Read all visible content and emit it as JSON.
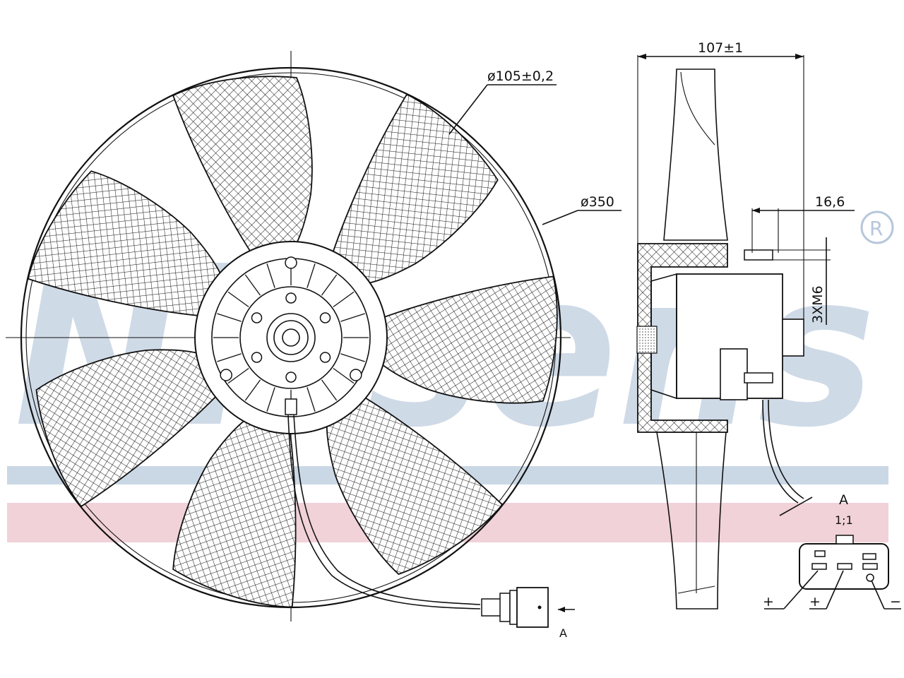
{
  "watermark": {
    "brand": "Nissens",
    "registered_mark": "®",
    "colors": {
      "blue": "#9fb6d0",
      "red": "#e8b4be"
    }
  },
  "front_view": {
    "dimensions": {
      "hub_diameter": "ø105±0,2",
      "fan_diameter": "ø350"
    },
    "connector_view_marker": "A",
    "blade_count": 7
  },
  "side_view": {
    "dimensions": {
      "depth": "107±1",
      "bolt_offset": "16,6",
      "bolts": "3XM6"
    }
  },
  "detail_a": {
    "title": "A",
    "scale": "1;1",
    "pin_labels": [
      "+",
      "+",
      "−"
    ]
  }
}
